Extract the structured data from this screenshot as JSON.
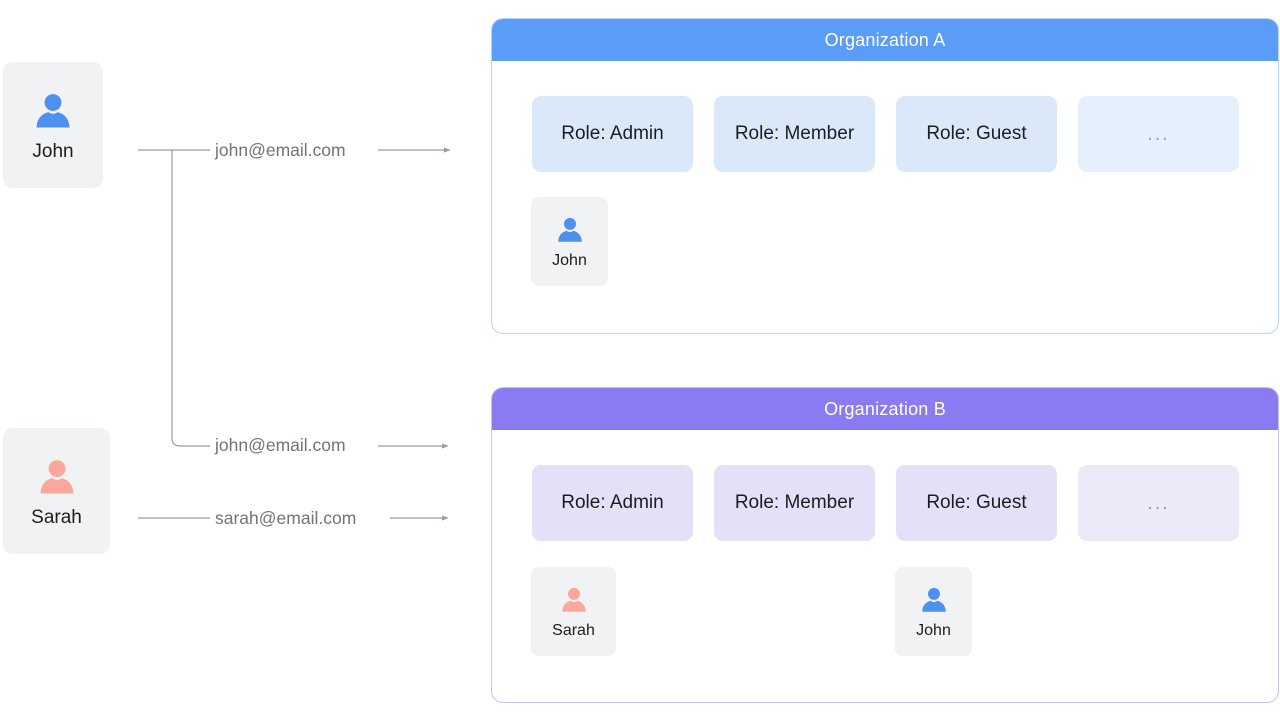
{
  "colors": {
    "org_a_header": "#5b9cf8",
    "org_a_border": "#b9d6f7",
    "org_a_role_bg": "#dbe8fa",
    "org_b_header": "#8a7bf3",
    "org_b_border": "#c9c3f2",
    "org_b_role_bg": "#e3e0f8",
    "avatar_blue": "#4d90f0",
    "avatar_pink": "#fba79b",
    "card_bg": "#f1f2f4",
    "connector_line": "#9a9da3",
    "connector_text": "#70737a"
  },
  "users": [
    {
      "name": "John",
      "avatar": "user-avatar-blue",
      "avatar_color": "#4d90f0"
    },
    {
      "name": "Sarah",
      "avatar": "user-avatar-pink",
      "avatar_color": "#fba79b"
    }
  ],
  "connectors": [
    {
      "id": "john-to-org-a",
      "label": "john@email.com",
      "from": "John",
      "to": "Organization A"
    },
    {
      "id": "john-to-org-b",
      "label": "john@email.com",
      "from": "John",
      "to": "Organization B"
    },
    {
      "id": "sarah-to-org-b",
      "label": "sarah@email.com",
      "from": "Sarah",
      "to": "Organization B"
    }
  ],
  "organizations": [
    {
      "id": "org-a",
      "title": "Organization A",
      "roles": [
        {
          "label": "Role: Admin",
          "more": false
        },
        {
          "label": "Role: Member",
          "more": false
        },
        {
          "label": "Role: Guest",
          "more": false
        },
        {
          "label": "...",
          "more": true
        }
      ],
      "members": [
        {
          "name": "John",
          "avatar": "user-avatar-blue"
        }
      ]
    },
    {
      "id": "org-b",
      "title": "Organization B",
      "roles": [
        {
          "label": "Role: Admin",
          "more": false
        },
        {
          "label": "Role: Member",
          "more": false
        },
        {
          "label": "Role: Guest",
          "more": false
        },
        {
          "label": "...",
          "more": true
        }
      ],
      "members": [
        {
          "name": "Sarah",
          "avatar": "user-avatar-pink"
        },
        {
          "name": "John",
          "avatar": "user-avatar-blue"
        }
      ]
    }
  ]
}
